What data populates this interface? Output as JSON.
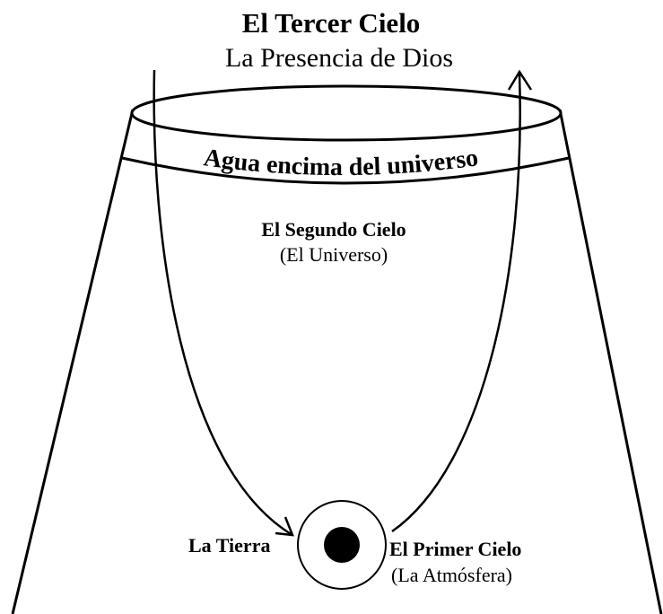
{
  "third_heaven": {
    "title": "El Tercer Cielo",
    "subtitle": "La Presencia de Dios"
  },
  "water_band": {
    "label": "Agua encima del universo"
  },
  "second_heaven": {
    "title": "El Segundo Cielo",
    "subtitle": "(El Universo)"
  },
  "earth": {
    "label": "La Tierra"
  },
  "first_heaven": {
    "title": "El Primer Cielo",
    "subtitle": "(La Atmósfera)"
  },
  "colors": {
    "ink": "#000000",
    "paper": "#ffffff"
  }
}
